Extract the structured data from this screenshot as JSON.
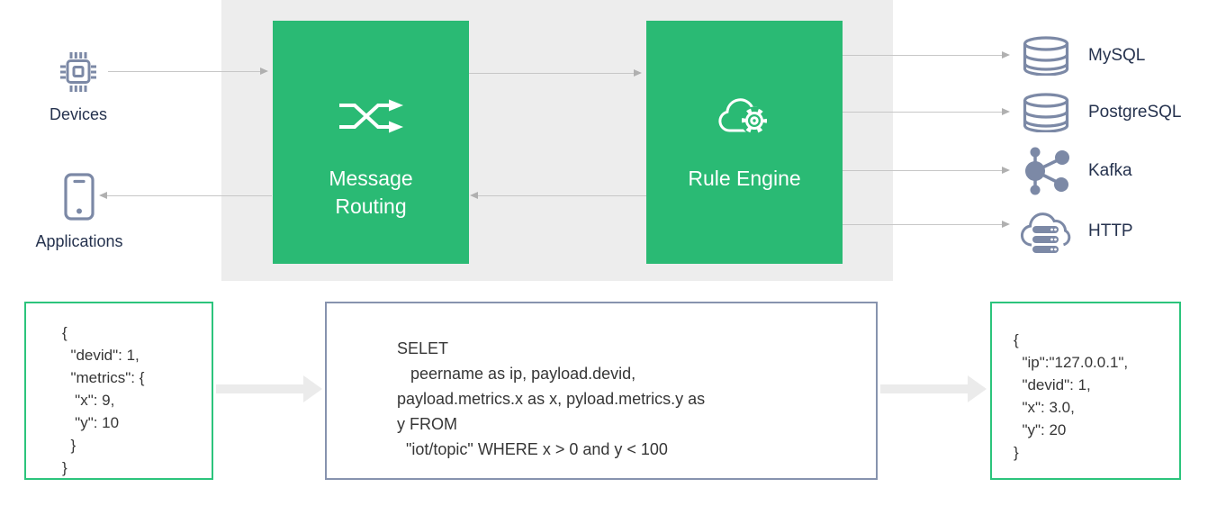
{
  "flow": {
    "sources": [
      {
        "label": "Devices",
        "icon": "chip-icon"
      },
      {
        "label": "Applications",
        "icon": "mobile-icon"
      }
    ],
    "nodes": [
      {
        "label": "Message\nRouting",
        "icon": "shuffle-icon"
      },
      {
        "label": "Rule Engine",
        "icon": "cloud-gear-icon"
      }
    ],
    "sinks": [
      {
        "label": "MySQL",
        "icon": "database-icon"
      },
      {
        "label": "PostgreSQL",
        "icon": "database-icon"
      },
      {
        "label": "Kafka",
        "icon": "share-nodes-icon"
      },
      {
        "label": "HTTP",
        "icon": "cloud-server-icon"
      }
    ]
  },
  "panels": {
    "input_json": "{\n  \"devid\": 1,\n  \"metrics\": {\n   \"x\": 9,\n   \"y\": 10\n  }\n}",
    "rule_sql": "SELET\n   peername as ip, payload.devid,\npayload.metrics.x as x, pyload.metrics.y as\ny FROM\n  \"iot/topic\" WHERE x > 0 and y < 100",
    "output_json": "{\n  \"ip\":\"127.0.0.1\",\n  \"devid\": 1,\n  \"x\": 3.0,\n  \"y\": 20\n}"
  },
  "colors": {
    "accent_green": "#2aba74",
    "panel_border_green": "#2cc47c",
    "panel_border_slate": "#8793ae",
    "icon_slate": "#7c89a6",
    "band_gray": "#ededed",
    "label_navy": "#25324e"
  }
}
